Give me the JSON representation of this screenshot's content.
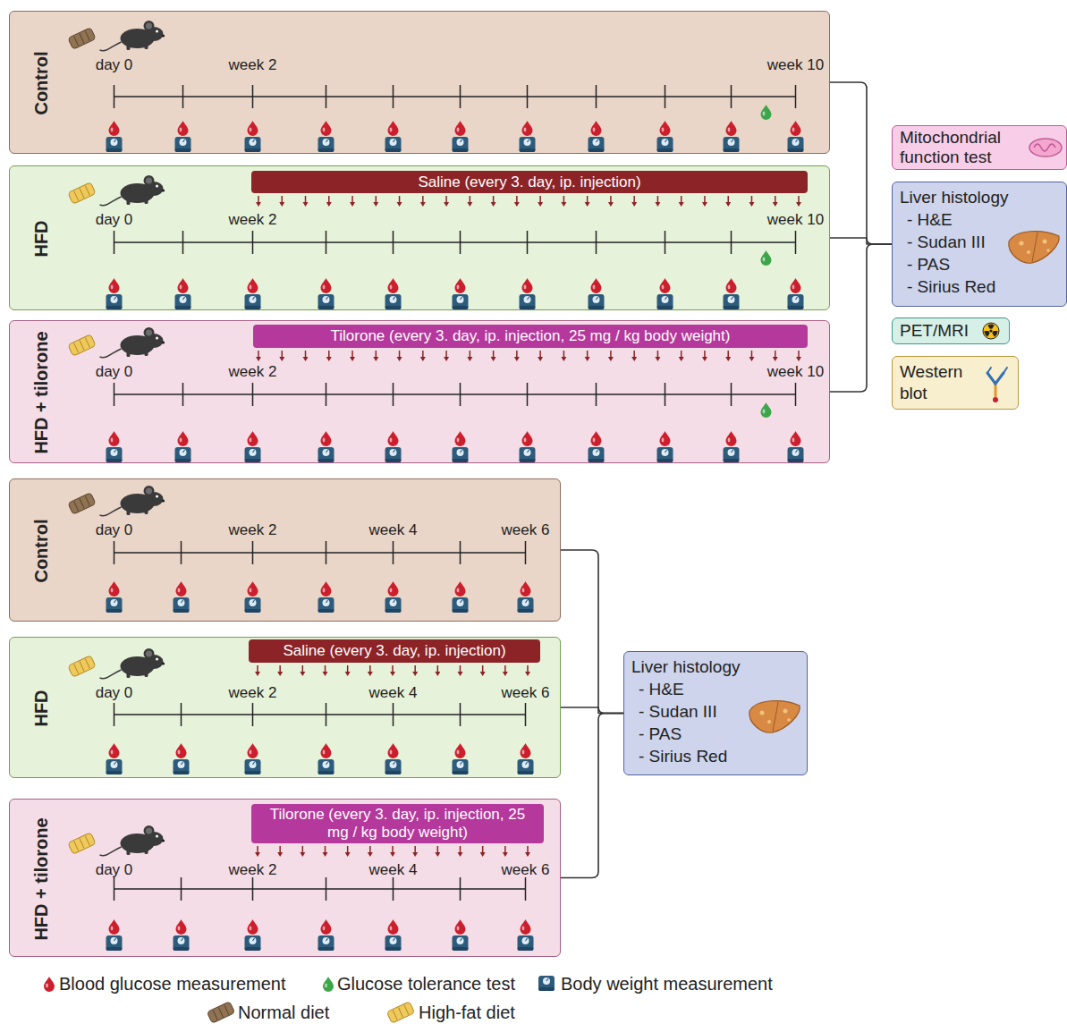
{
  "diagram": {
    "nodes": [
      {
        "text": [
          "Control",
          "day 0",
          "week 2",
          "week 10"
        ]
      },
      {
        "text": [
          "HFD",
          "day 0",
          "week 2",
          "week 10"
        ]
      },
      {
        "text": [
          "Saline (every 3. day, ip. injection)"
        ],
        "in": 1
      },
      {
        "text": [
          "HFD + tilorone",
          "day 0",
          "week 2",
          "week 10"
        ]
      },
      {
        "text": [
          "Tilorone (every 3. day, ip. injection, 25 mg / kg body weight)"
        ],
        "in": 3
      },
      {
        "text": [
          "Mitochondrial function test"
        ]
      },
      {
        "text": [
          "Liver histology",
          "- H&E",
          "- Sudan III",
          "- PAS",
          "- Sirius Red"
        ]
      },
      {
        "text": [
          "PET/MRI"
        ]
      },
      {
        "text": [
          "Western blot"
        ]
      },
      {
        "text": [
          "Control",
          "day 0",
          "week 2",
          "week 4",
          "week 6"
        ]
      },
      {
        "text": [
          "HFD",
          "day 0",
          "week 2",
          "week 4",
          "week 6"
        ]
      },
      {
        "text": [
          "Saline (every 3. day, ip. injection)"
        ],
        "in": 10
      },
      {
        "text": [
          "HFD + tilorone",
          "day 0",
          "week 2",
          "week 4",
          "week 6"
        ]
      },
      {
        "text": [
          "Tilorone (every 3. day, ip. injection, 25 mg / kg body weight)"
        ],
        "in": 12
      },
      {
        "text": [
          "Liver histology",
          "- H&E",
          "- Sudan III",
          "- PAS",
          "- Sirius Red"
        ]
      }
    ],
    "edges": [
      {
        "from": 0,
        "to": 6,
        "arrow": "none"
      },
      {
        "from": 1,
        "to": 6,
        "arrow": "none"
      },
      {
        "from": 3,
        "to": 6,
        "arrow": "none"
      },
      {
        "from": 9,
        "to": 14,
        "arrow": "none"
      },
      {
        "from": 10,
        "to": 14,
        "arrow": "none"
      },
      {
        "from": 12,
        "to": 14,
        "arrow": "none"
      }
    ],
    "legend": [
      {
        "text": "Blood glucose measurement"
      },
      {
        "text": "Glucose tolerance test"
      },
      {
        "text": "Body weight measurement"
      },
      {
        "text": "Normal diet"
      },
      {
        "text": "High-fat diet"
      }
    ]
  }
}
